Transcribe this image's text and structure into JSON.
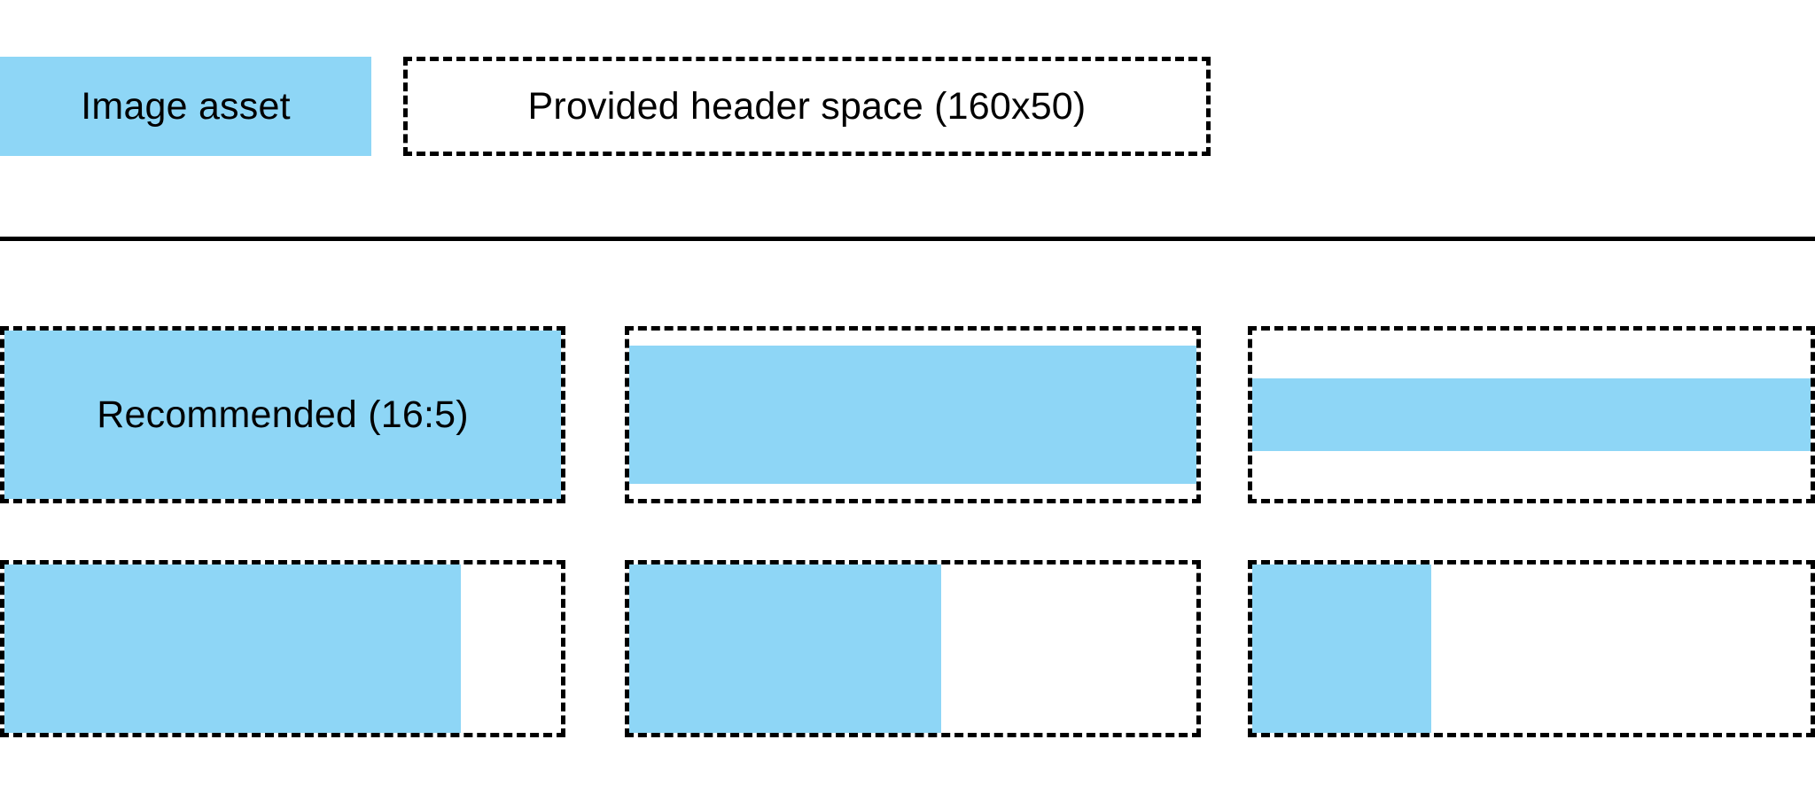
{
  "legend": {
    "image_asset_label": "Image asset",
    "header_space_label": "Provided header space (160x50)"
  },
  "examples": {
    "recommended_label": "Recommended (16:5)",
    "cells": [
      {
        "id": "row1-col1",
        "description": "asset fills entire header space, recommended 16:5 ratio",
        "fill": {
          "width_pct": 100,
          "height_pct": 100,
          "halign": "center",
          "valign": "center"
        }
      },
      {
        "id": "row1-col2",
        "description": "wider asset: full width, reduced height, vertically centered",
        "fill": {
          "width_pct": 100,
          "height_pct": 82,
          "halign": "center",
          "valign": "center"
        }
      },
      {
        "id": "row1-col3",
        "description": "much wider asset: full width, thin band, vertically centered",
        "fill": {
          "width_pct": 100,
          "height_pct": 43,
          "halign": "center",
          "valign": "center"
        }
      },
      {
        "id": "row2-col1",
        "description": "taller asset: full height, reduced width, left aligned",
        "fill": {
          "width_pct": 82,
          "height_pct": 100,
          "halign": "left",
          "valign": "center"
        }
      },
      {
        "id": "row2-col2",
        "description": "taller asset: full height, about half width, left aligned",
        "fill": {
          "width_pct": 55,
          "height_pct": 100,
          "halign": "left",
          "valign": "center"
        }
      },
      {
        "id": "row2-col3",
        "description": "much taller asset: full height, narrow width, left aligned",
        "fill": {
          "width_pct": 32,
          "height_pct": 100,
          "halign": "left",
          "valign": "center"
        }
      }
    ]
  },
  "colors": {
    "asset_blue": "#8ed6f6",
    "outline": "#000000",
    "text": "#000000",
    "background": "#ffffff"
  }
}
